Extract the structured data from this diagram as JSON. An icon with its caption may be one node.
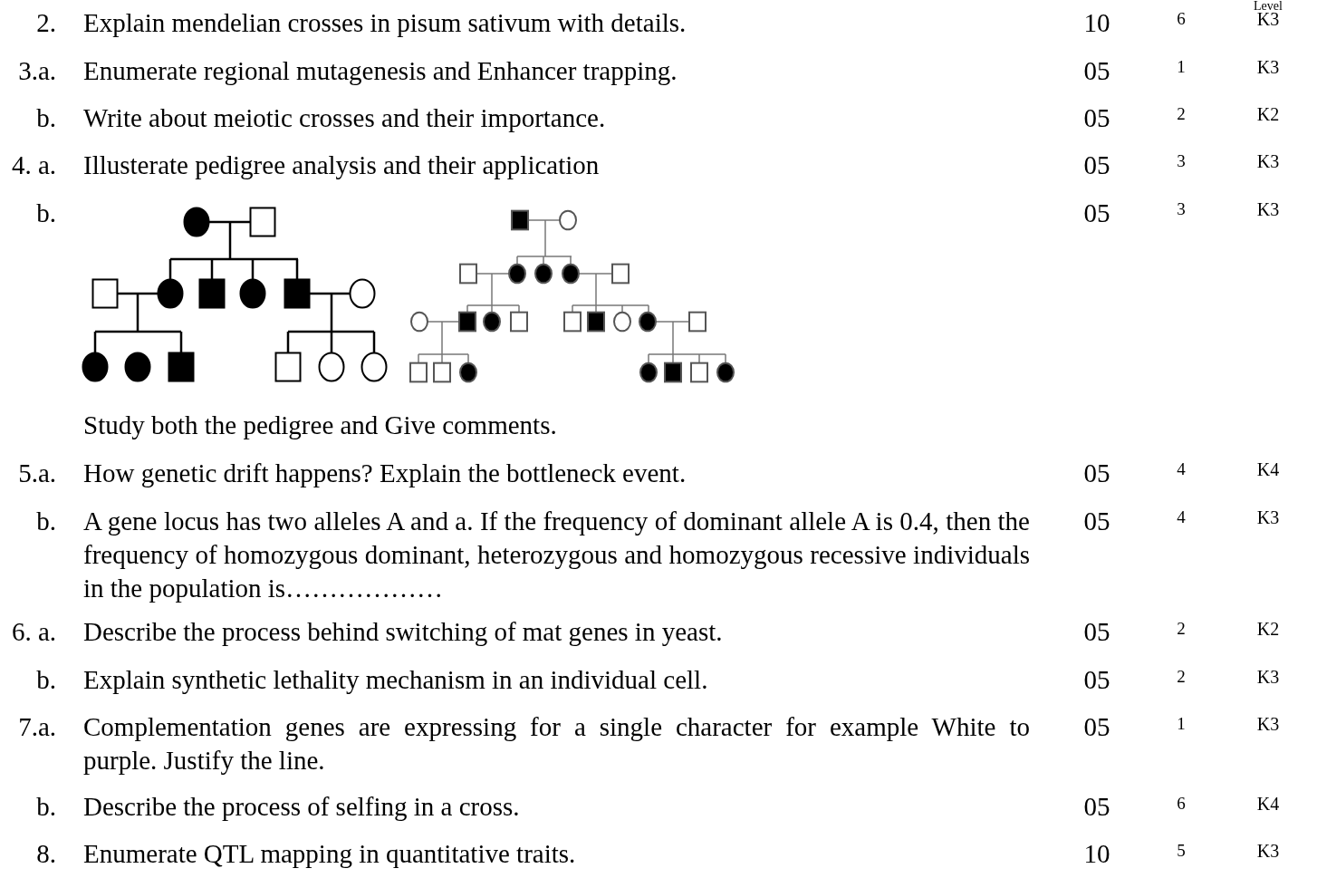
{
  "diagram": {
    "labels": [
      "Level",
      "2.",
      "Explain mendelian crosses in pisum sativum with details.",
      "10",
      "6",
      "K3",
      "3.a.",
      "Enumerate regional mutagenesis and Enhancer trapping.",
      "05",
      "1",
      "K3",
      "b.",
      "Write about meiotic crosses and their importance.",
      "05",
      "2",
      "K2",
      "4. a.",
      "Illusterate pedigree analysis and their application",
      "05",
      "3",
      "K3",
      "b.",
      "05",
      "3",
      "K3",
      "Study both the pedigree and Give comments.",
      "5.a.",
      "How genetic drift happens? Explain the bottleneck event.",
      "05",
      "4",
      "K4",
      "b.",
      "A gene locus has two alleles A and a. If the frequency of dominant allele A is 0.4, then the frequency of homozygous dominant, heterozygous and homozygous recessive individuals in the population is………………",
      "05",
      "4",
      "K3",
      "6. a.",
      "Describe the process behind switching of mat genes in yeast.",
      "05",
      "2",
      "K2",
      "b.",
      "Explain synthetic lethality mechanism in an individual cell.",
      "05",
      "2",
      "K3",
      "7.a.",
      "Complementation genes are expressing for a single character for example White to purple. Justify the line.",
      "05",
      "1",
      "K3",
      "b.",
      "Describe the process of selfing in a cross.",
      "05",
      "6",
      "K4",
      "8.",
      "Enumerate QTL mapping in quantitative traits.",
      "10",
      "5",
      "K3"
    ]
  }
}
